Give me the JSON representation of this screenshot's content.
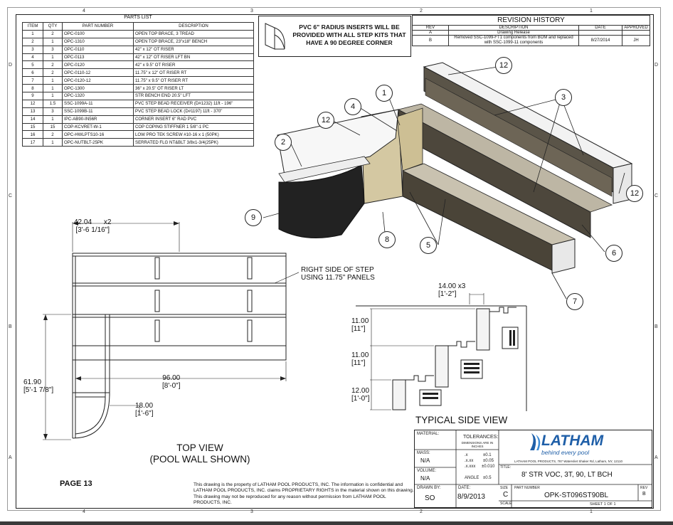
{
  "parts_list": {
    "title": "PARTS LIST",
    "headers": [
      "ITEM",
      "QTY",
      "PART NUMBER",
      "DESCRIPTION"
    ],
    "rows": [
      [
        "1",
        "2",
        "OPC-0100",
        "OPEN TOP BRACE, 3 TREAD"
      ],
      [
        "2",
        "1",
        "OPC-1310",
        "OPEN TOP BRACE, 23\"x18\" BENCH"
      ],
      [
        "3",
        "3",
        "OPC-0110",
        "42\" x 12\" OT RISER"
      ],
      [
        "4",
        "1",
        "OPC-0113",
        "42\" x 12\" OT RISER LFT BN"
      ],
      [
        "5",
        "2",
        "OPC-0120",
        "42\" x 9.5\" OT RISER"
      ],
      [
        "6",
        "2",
        "OPC-0110-12",
        "11.75\" x 12\" OT RISER RT"
      ],
      [
        "7",
        "1",
        "OPC-0120-12",
        "11.75\" x 9.5\" OT RISER RT"
      ],
      [
        "8",
        "1",
        "OPC-1300",
        "36\" x 20.5\" OT RISER LT"
      ],
      [
        "9",
        "1",
        "OPC-1320",
        "STR BENCH END 20.5\" LFT"
      ],
      [
        "12",
        "1.5",
        "SSC-1099A-11",
        "PVC STEP BEAD RECEIVER (D#1232) 11ft - 196\""
      ],
      [
        "13",
        "3",
        "SSC-1099B-11",
        "PVC STEP BEAD LOCK (D#1197) 11ft - 370\""
      ],
      [
        "14",
        "1",
        "IPC-AB90-IN56R",
        "CORNER INSERT 6\" RAD PVC"
      ],
      [
        "15",
        "15",
        "COP-KCVRET-W-1",
        "COP COPING STIFFNER 1 5/8\"-1 PC"
      ],
      [
        "16",
        "2",
        "OPC-HWLPTS10-16",
        "LOW PRO TEK SCREW #10-16 x 1 (50PK)"
      ],
      [
        "17",
        "1",
        "OPC-NUTBLT-25PK",
        "SERRATED FLG NT&BLT 3/8x1-3/4(25PK)"
      ]
    ]
  },
  "notice": "PVC 6\" RADIUS INSERTS WILL BE PROVIDED WITH ALL STEP KITS THAT HAVE A 90 DEGREE CORNER",
  "revision_history": {
    "title": "REVISION HISTORY",
    "headers": [
      "REV",
      "DESCRIPTION",
      "DATE",
      "APPROVED"
    ],
    "rows": [
      [
        "A",
        "Drawing Release",
        "",
        ""
      ],
      [
        "B",
        "Removed SSC-1099-FT1 components from BOM and replaced with SSC-1099-11 components",
        "8/27/2014",
        "JH"
      ]
    ]
  },
  "zones": {
    "top": [
      "4",
      "3",
      "2",
      "1"
    ],
    "side": [
      "D",
      "C",
      "B",
      "A"
    ]
  },
  "callouts": [
    "12",
    "1",
    "3",
    "4",
    "12",
    "2",
    "12",
    "9",
    "8",
    "5",
    "6",
    "7"
  ],
  "top_view": {
    "dim_width": "42.04",
    "dim_width_x": "x2",
    "dim_width_ft": "[3'-6 1/16\"]",
    "note_line1": "RIGHT SIDE OF STEP",
    "note_line2": "USING 11.75\" PANELS",
    "dim_length": "96.00",
    "dim_length_ft": "[8'-0\"]",
    "dim_height": "61.90",
    "dim_height_ft": "[5'-1 7/8\"]",
    "dim_radius": "18.00",
    "dim_radius_ft": "[1'-6\"]",
    "title_line1": "TOP VIEW",
    "title_line2": "(POOL WALL SHOWN)"
  },
  "side_view": {
    "dim_tread": "14.00 x3",
    "dim_tread_ft": "[1'-2\"]",
    "dim_r1": "11.00",
    "dim_r1_ft": "[11\"]",
    "dim_r2": "11.00",
    "dim_r2_ft": "[11\"]",
    "dim_r3": "12.00",
    "dim_r3_ft": "[1'-0\"]",
    "title": "TYPICAL SIDE VIEW"
  },
  "page": "PAGE 13",
  "confidential": "This drawing is the property of LATHAM POOL PRODUCTS, INC. The information is confidential and LATHAM POOL PRODUCTS, INC. claims PROPRIETARY RIGHTS in the material shown on this drawing. This drawing may not be reproduced for any reason without permission from LATHAM POOL PRODUCTS, INC.",
  "title_block": {
    "material_label": "MATERIAL:",
    "tolerances_label": "TOLERANCES:",
    "tolerances_sub": "DIMENSIONS ARE IN INCHES",
    "tol_x": ".x",
    "tol_x_v": "±0.1",
    "tol_xx": ".x.xx",
    "tol_xx_v": "±0.05",
    "tol_xxx": ".x.xxx",
    "tol_xxx_v": "±0.010",
    "angle": "ANGLE",
    "angle_v": "±0.5",
    "mass_label": "MASS:",
    "mass": "N/A",
    "volume_label": "VOLUME:",
    "volume": "N/A",
    "drawn_label": "DRAWN BY:",
    "drawn": "SO",
    "date_label": "DATE:",
    "date": "8/9/2013",
    "logo_name": "LATHAM",
    "logo_tagline": "behind every pool",
    "address": "LATHAM POOL PRODUCTS, 787 Watervliet Shaker Rd, Latham, NY, 12110",
    "title_label": "TITLE:",
    "title": "8' STR VOC, 3T, 90, LT BCH",
    "size_label": "SIZE",
    "size": "C",
    "part_label": "PART NUMBER",
    "part": "OPK-ST096ST90BL",
    "rev_label": "REV",
    "rev": "B",
    "scale_label": "SCALE",
    "sheet": "SHEET 1 OF 1"
  }
}
